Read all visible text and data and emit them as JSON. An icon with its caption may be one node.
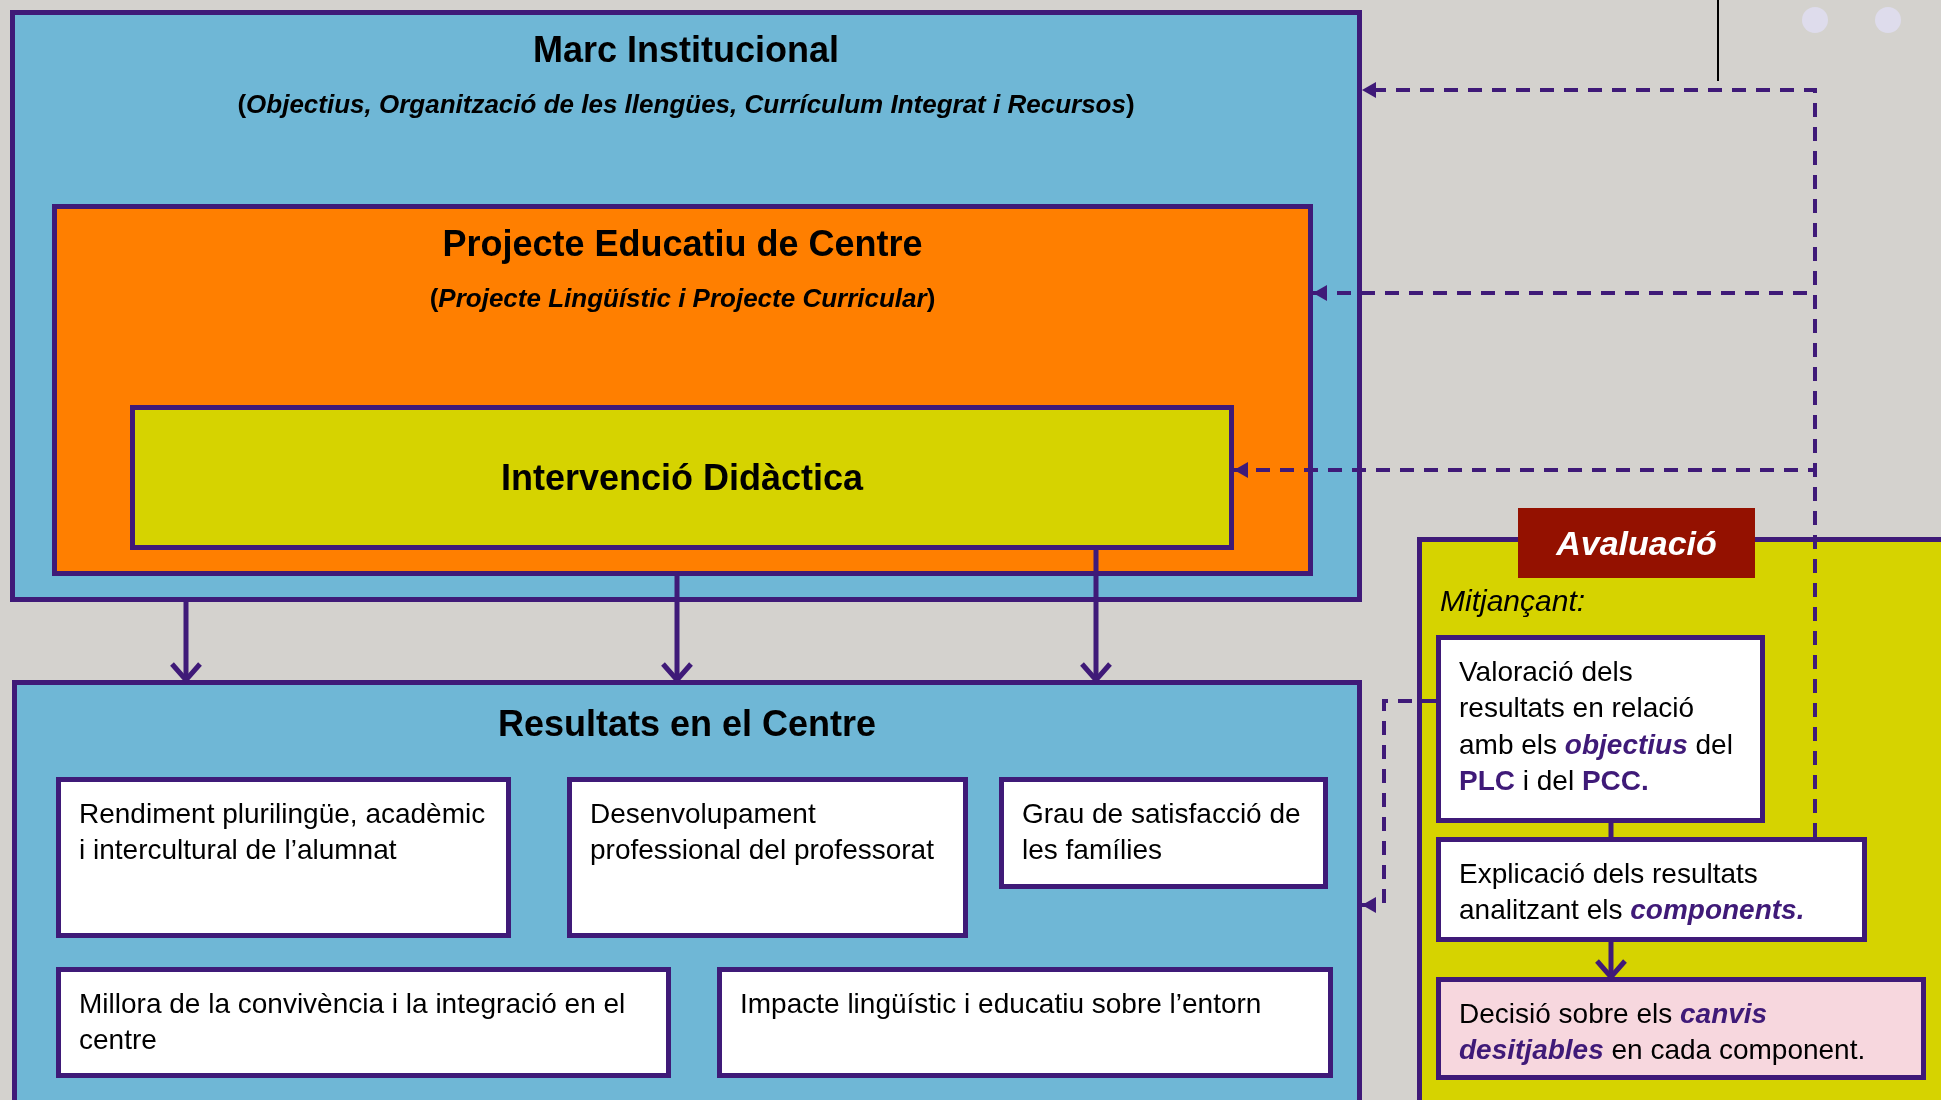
{
  "diagram": {
    "nodes": [
      {
        "text": [
          "Marc Institucional",
          "(*Objectius, Organització de les llengües, Currículum Integrat i Recursos*)"
        ]
      },
      {
        "text": [
          "Projecte Educatiu de Centre",
          "(*Projecte Lingüístic i Projecte Curricular*)"
        ],
        "in": 0
      },
      {
        "text": [
          "Intervenció Didàctica"
        ],
        "in": 1
      },
      {
        "text": [
          "Resultats en el Centre"
        ]
      },
      {
        "text": [
          "Rendiment plurilingüe, acadèmic i intercultural de l’alumnat"
        ],
        "in": 3
      },
      {
        "text": [
          "Desenvolupament professional del professorat"
        ],
        "in": 3
      },
      {
        "text": [
          "Grau de satisfacció de les famílies"
        ],
        "in": 3
      },
      {
        "text": [
          "Millora de la convivència i la integració en el centre"
        ],
        "in": 3
      },
      {
        "text": [
          "Impacte lingüístic i educatiu sobre l’entorn"
        ],
        "in": 3
      },
      {
        "text": [
          "Avaluació",
          "Mitjançant:"
        ]
      },
      {
        "text": [
          "Valoració dels resultats en relació amb els *objectius* del **PLC** i del **PCC.**"
        ],
        "in": 9
      },
      {
        "text": [
          "Explicació dels resultats analitzant els *components.*"
        ],
        "in": 9
      },
      {
        "text": [
          "Decisió sobre els *canvis desitjables* en cada component."
        ],
        "in": 9
      }
    ],
    "edges": [
      {
        "from": 0,
        "to": 3,
        "arrow": "to"
      },
      {
        "from": 1,
        "to": 3,
        "arrow": "to"
      },
      {
        "from": 2,
        "to": 3,
        "arrow": "to"
      },
      {
        "from": 11,
        "to": 0,
        "arrow": "to",
        "style": "dashed"
      },
      {
        "from": 11,
        "to": 1,
        "arrow": "to",
        "style": "dashed"
      },
      {
        "from": 11,
        "to": 2,
        "arrow": "to",
        "style": "dashed"
      },
      {
        "from": 10,
        "to": 3,
        "arrow": "to",
        "style": "dashed"
      },
      {
        "from": 10,
        "to": 11,
        "arrow": "none"
      },
      {
        "from": 11,
        "to": 12,
        "arrow": "to"
      }
    ]
  }
}
